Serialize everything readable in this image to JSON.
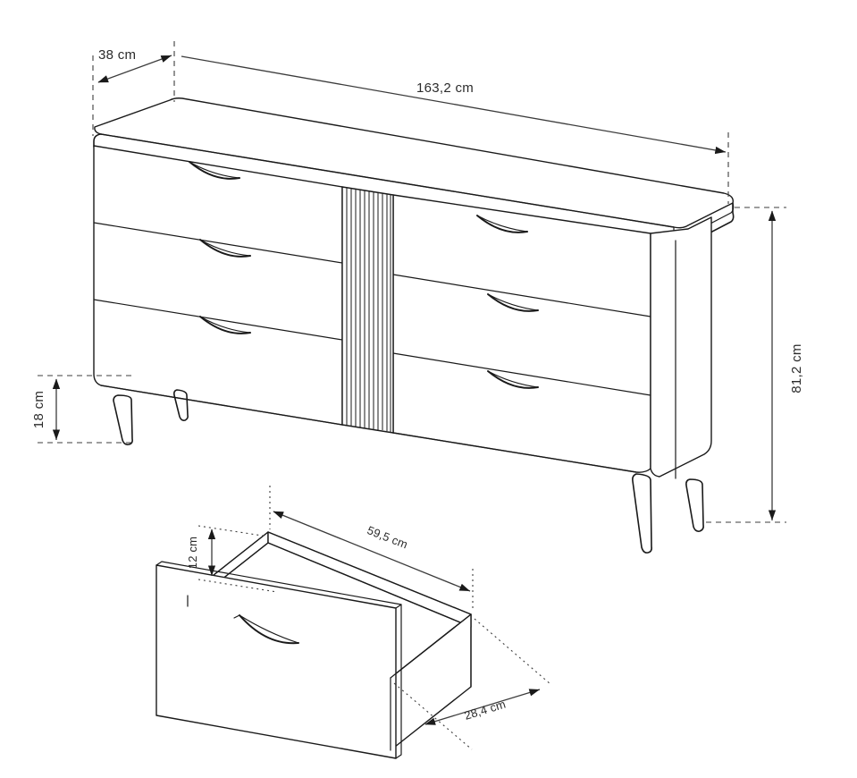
{
  "document": {
    "kind": "technical-dimension-drawing",
    "subject": "6-drawer sideboard / dresser with fluted center panel and tapered legs",
    "background_color": "#ffffff",
    "line_color": "#1a1a1a",
    "dimension_line_color": "#3c3c3c",
    "text_color": "#2b2b2b"
  },
  "dimensions": {
    "depth": {
      "label": "38 cm",
      "value": 38,
      "unit": "cm",
      "applies_to": "cabinet depth",
      "orientation": "diagonal"
    },
    "width": {
      "label": "163,2 cm",
      "value": 163.2,
      "unit": "cm",
      "applies_to": "cabinet width",
      "orientation": "diagonal"
    },
    "height": {
      "label": "81,2 cm",
      "value": 81.2,
      "unit": "cm",
      "applies_to": "total cabinet height",
      "orientation": "vertical-rotated"
    },
    "leg_height": {
      "label": "18 cm",
      "value": 18,
      "unit": "cm",
      "applies_to": "leg height / clearance",
      "orientation": "vertical-rotated"
    },
    "drawer_height": {
      "label": "12 cm",
      "value": 12,
      "unit": "cm",
      "applies_to": "drawer box interior height",
      "orientation": "vertical-rotated"
    },
    "drawer_width": {
      "label": "59,5 cm",
      "value": 59.5,
      "unit": "cm",
      "applies_to": "drawer box width",
      "orientation": "diagonal"
    },
    "drawer_depth": {
      "label": "28,4 cm",
      "value": 28.4,
      "unit": "cm",
      "applies_to": "drawer box depth",
      "orientation": "diagonal"
    }
  },
  "cabinet": {
    "name": "sideboard-main-view",
    "drawer_count": 6,
    "left_bank_drawers": 3,
    "right_bank_drawers": 3,
    "center_panel": {
      "name": "fluted-panel",
      "rib_count": 11
    },
    "legs": {
      "count": 4,
      "style": "tapered-angled"
    },
    "top": {
      "style": "rounded-corner-slab"
    }
  },
  "drawer_detail": {
    "name": "drawer-box-detail",
    "has_front_handle_cutout": true,
    "handle_style": "crescent-cutout"
  }
}
